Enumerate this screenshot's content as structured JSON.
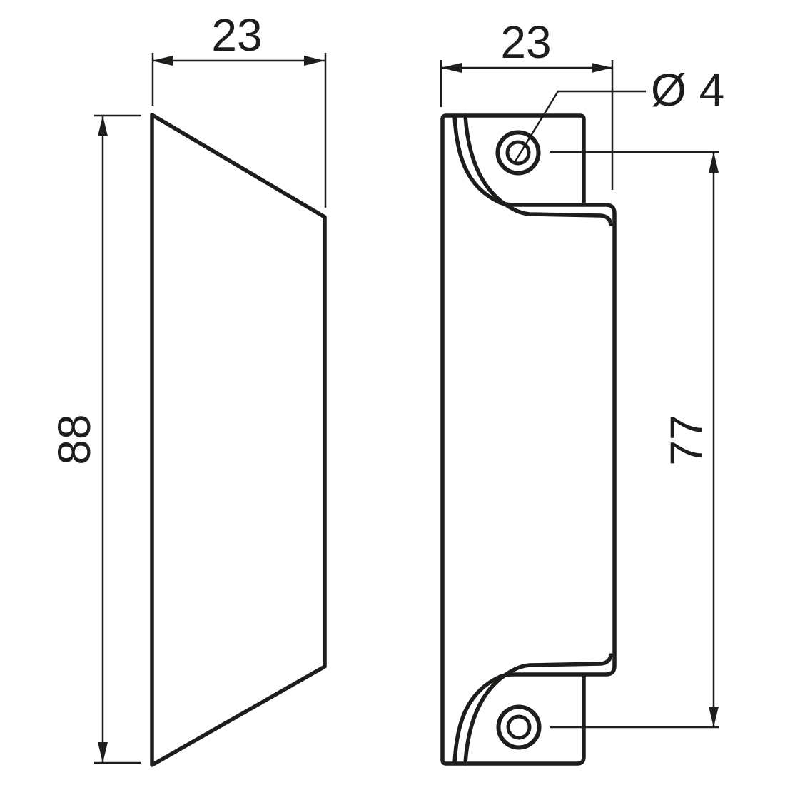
{
  "drawing": {
    "type": "technical-dimension-drawing",
    "part": "handle",
    "background_color": "#ffffff",
    "line_color": "#1d1d1b",
    "views": {
      "side_view": {
        "name": "side profile view",
        "width_label": "23",
        "height_label": "88"
      },
      "front_view": {
        "name": "front view",
        "width_label": "23",
        "hole_diameter_label": "Ø 4",
        "hole_spacing_label": "77",
        "hole_count": 2
      }
    }
  }
}
